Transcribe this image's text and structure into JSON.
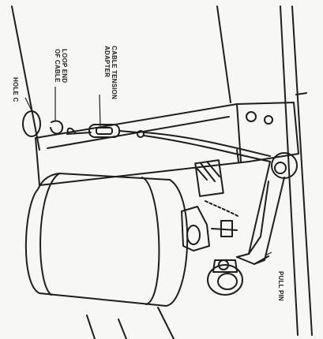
{
  "diagram": {
    "callouts": {
      "hole": {
        "line1": "HOLE C"
      },
      "loop_end": {
        "line1": "LOOP END",
        "line2": "OF CABLE"
      },
      "adapter": {
        "line1": "CABLE TENSION",
        "line2": "ADAPTER"
      },
      "pull_pin": {
        "line1": "PULL PIN"
      }
    },
    "ink_color": "#1e1e1e",
    "paper_color": "#f7f7f5"
  }
}
